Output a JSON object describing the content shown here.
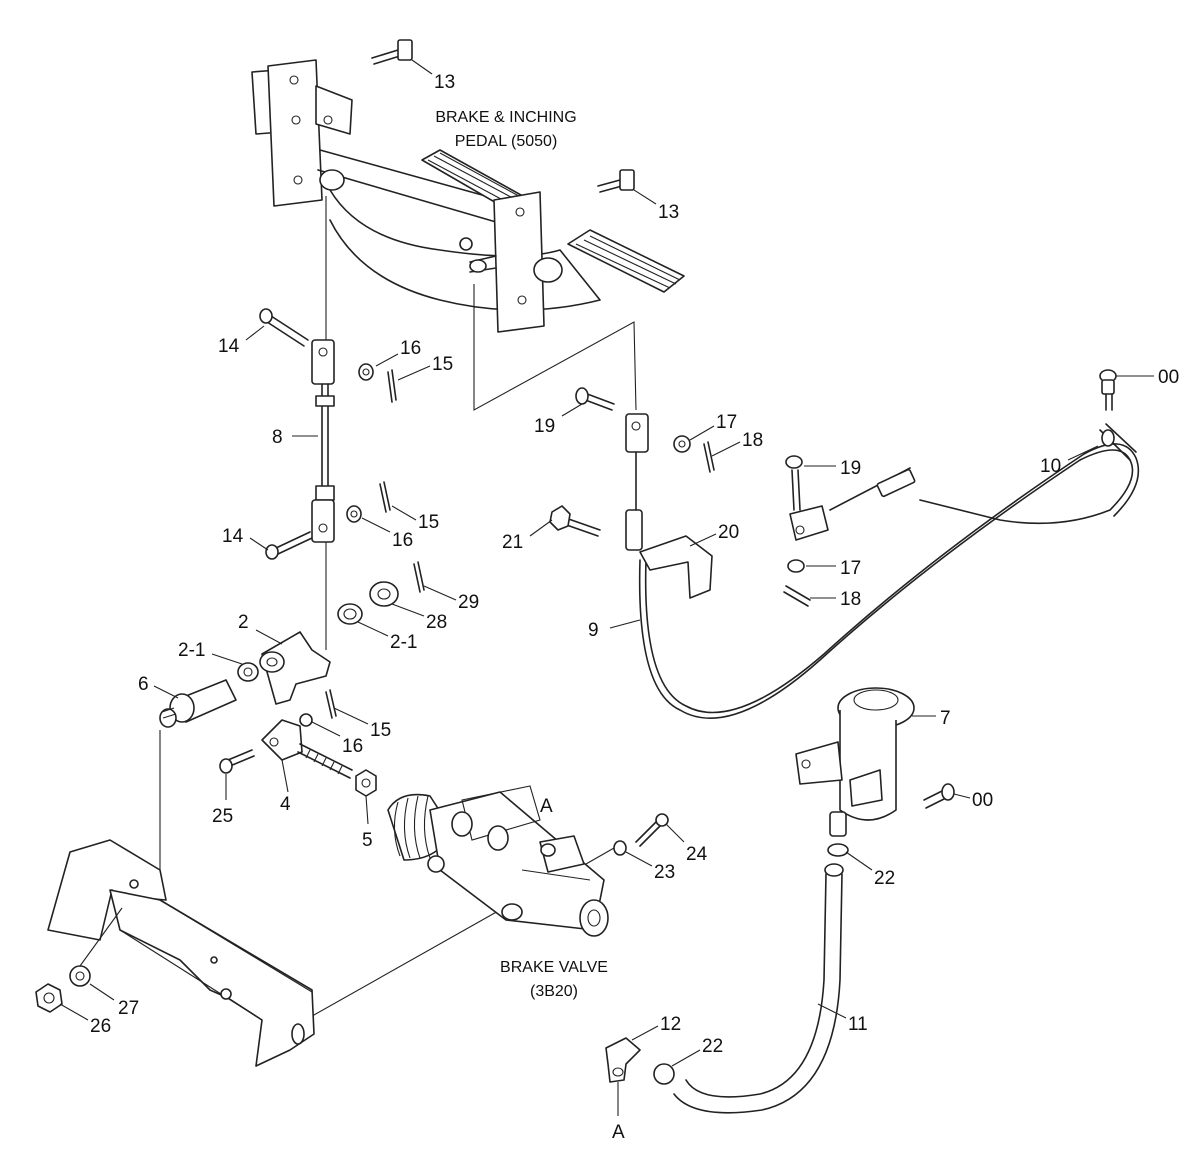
{
  "captions": {
    "pedal_line1": "BRAKE & INCHING",
    "pedal_line2": "PEDAL (5050)",
    "valve_line1": "BRAKE VALVE",
    "valve_line2": "(3B20)"
  },
  "callouts": [
    {
      "key": "c13a",
      "text": "13"
    },
    {
      "key": "c13b",
      "text": "13"
    },
    {
      "key": "c14a",
      "text": "14"
    },
    {
      "key": "c16a",
      "text": "16"
    },
    {
      "key": "c15a",
      "text": "15"
    },
    {
      "key": "c8",
      "text": "8"
    },
    {
      "key": "c15b",
      "text": "15"
    },
    {
      "key": "c16b",
      "text": "16"
    },
    {
      "key": "c14b",
      "text": "14"
    },
    {
      "key": "c29",
      "text": "29"
    },
    {
      "key": "c28",
      "text": "28"
    },
    {
      "key": "c2_1a",
      "text": "2-1"
    },
    {
      "key": "c2",
      "text": "2"
    },
    {
      "key": "c2_1b",
      "text": "2-1"
    },
    {
      "key": "c6",
      "text": "6"
    },
    {
      "key": "c15c",
      "text": "15"
    },
    {
      "key": "c16c",
      "text": "16"
    },
    {
      "key": "c25",
      "text": "25"
    },
    {
      "key": "c4",
      "text": "4"
    },
    {
      "key": "c5",
      "text": "5"
    },
    {
      "key": "cA1",
      "text": "A"
    },
    {
      "key": "c23",
      "text": "23"
    },
    {
      "key": "c24",
      "text": "24"
    },
    {
      "key": "c19a",
      "text": "19"
    },
    {
      "key": "c17a",
      "text": "17"
    },
    {
      "key": "c18a",
      "text": "18"
    },
    {
      "key": "c21",
      "text": "21"
    },
    {
      "key": "c20",
      "text": "20"
    },
    {
      "key": "c9",
      "text": "9"
    },
    {
      "key": "c00a",
      "text": "00"
    },
    {
      "key": "c10",
      "text": "10"
    },
    {
      "key": "c19b",
      "text": "19"
    },
    {
      "key": "c17b",
      "text": "17"
    },
    {
      "key": "c18b",
      "text": "18"
    },
    {
      "key": "c7",
      "text": "7"
    },
    {
      "key": "c00b",
      "text": "00"
    },
    {
      "key": "c22a",
      "text": "22"
    },
    {
      "key": "c11",
      "text": "11"
    },
    {
      "key": "c12",
      "text": "12"
    },
    {
      "key": "c22b",
      "text": "22"
    },
    {
      "key": "cA2",
      "text": "A"
    },
    {
      "key": "c27",
      "text": "27"
    },
    {
      "key": "c26",
      "text": "26"
    }
  ]
}
